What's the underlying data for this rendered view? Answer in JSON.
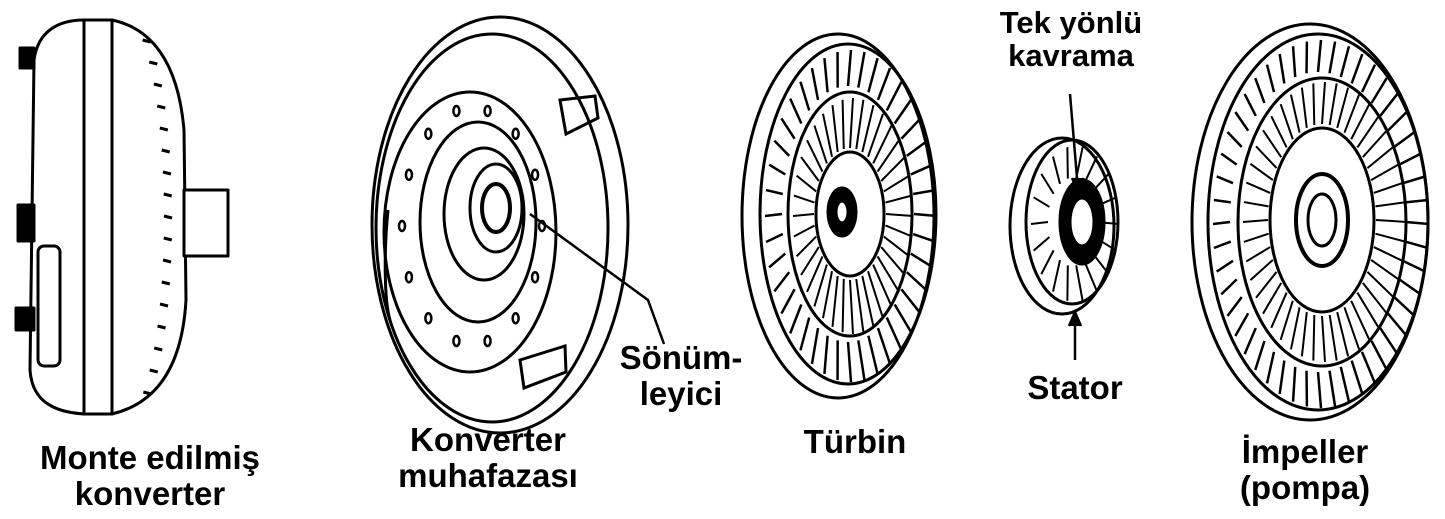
{
  "labels": {
    "assembled": {
      "line1": "Monte edilmiş",
      "line2": "konverter"
    },
    "housing": {
      "line1": "Konverter",
      "line2": "muhafazası"
    },
    "damper": {
      "line1": "Sönüm-",
      "line2": "leyici"
    },
    "turbine": {
      "line1": "Türbin"
    },
    "one_way_clutch": {
      "line1": "Tek yönlü",
      "line2": "kavrama"
    },
    "stator": {
      "line1": "Stator"
    },
    "impeller": {
      "line1": "İmpeller",
      "line2": "(pompa)"
    }
  },
  "colors": {
    "ink": "#000000",
    "paper": "#ffffff"
  }
}
